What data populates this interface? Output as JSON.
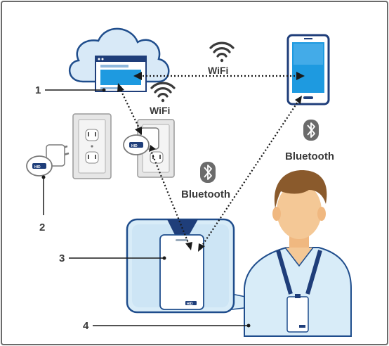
{
  "diagram": {
    "labels": {
      "wifi_top": "WiFi",
      "wifi_left": "WiFi",
      "bluetooth_right": "Bluetooth",
      "bluetooth_center": "Bluetooth",
      "badge_brand": "HID"
    },
    "callouts": [
      "1",
      "2",
      "3",
      "4"
    ],
    "colors": {
      "border": "#6b6b6b",
      "cloud_fill": "#d8e9f7",
      "cloud_stroke": "#1f4d8c",
      "accent_blue": "#1e9ae0",
      "navy": "#1f3e7a",
      "skin": "#f4c896",
      "hair": "#8a5a2c",
      "shirt": "#d8ecf8",
      "text": "#3a3a3a"
    },
    "icons": [
      "cloud-server-icon",
      "smartphone-icon",
      "wifi-icon",
      "bluetooth-icon",
      "wall-outlet-icon",
      "plug-gateway-icon",
      "badge-card-icon",
      "person-icon"
    ]
  }
}
